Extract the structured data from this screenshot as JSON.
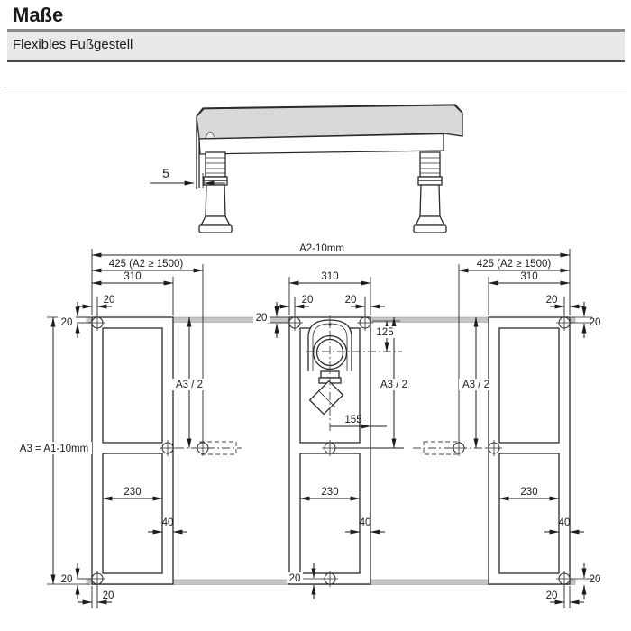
{
  "header": {
    "title": "Maße",
    "subtitle": "Flexibles Fußgestell"
  },
  "side_view": {
    "tray_overhang": "5"
  },
  "plan_view": {
    "overall_width": "A2-10mm",
    "foot_offset": "425  (A2 ≥ 1500)",
    "frame_width": "310",
    "edge_offset": "20",
    "overall_depth": "A3 = A1-10mm",
    "half_depth": "A3 / 2",
    "drain_center_from_top": "125",
    "drain_center_to_edge": "155",
    "window_width": "230",
    "profile_width": "40"
  },
  "colors": {
    "tray_fill": "#d9d9d9",
    "rail_fill": "#c6c6c6",
    "band_fill": "#e9e9e9",
    "line": "#2b2b2b"
  }
}
